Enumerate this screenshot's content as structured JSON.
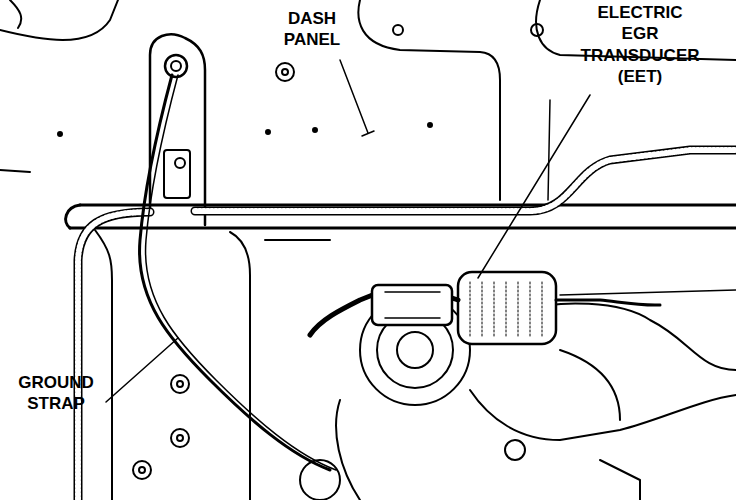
{
  "diagram": {
    "labels": [
      "DASH PANEL",
      "ELECTRIC EGR TRANSDUCER (EET)",
      "GROUND STRAP"
    ]
  }
}
